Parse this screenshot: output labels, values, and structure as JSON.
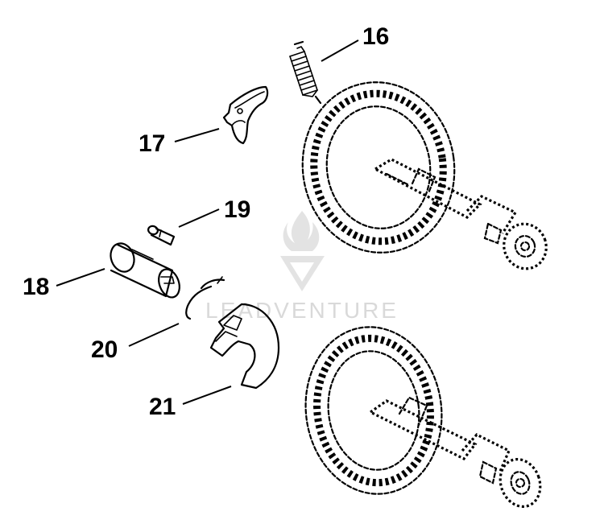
{
  "labels": {
    "p16": "16",
    "p17": "17",
    "p18": "18",
    "p19": "19",
    "p20": "20",
    "p21": "21"
  },
  "watermark": {
    "text": "LEADVENTURE"
  },
  "colors": {
    "ink": "#000000",
    "watermark": "#d9d9d9",
    "background": "#ffffff"
  }
}
